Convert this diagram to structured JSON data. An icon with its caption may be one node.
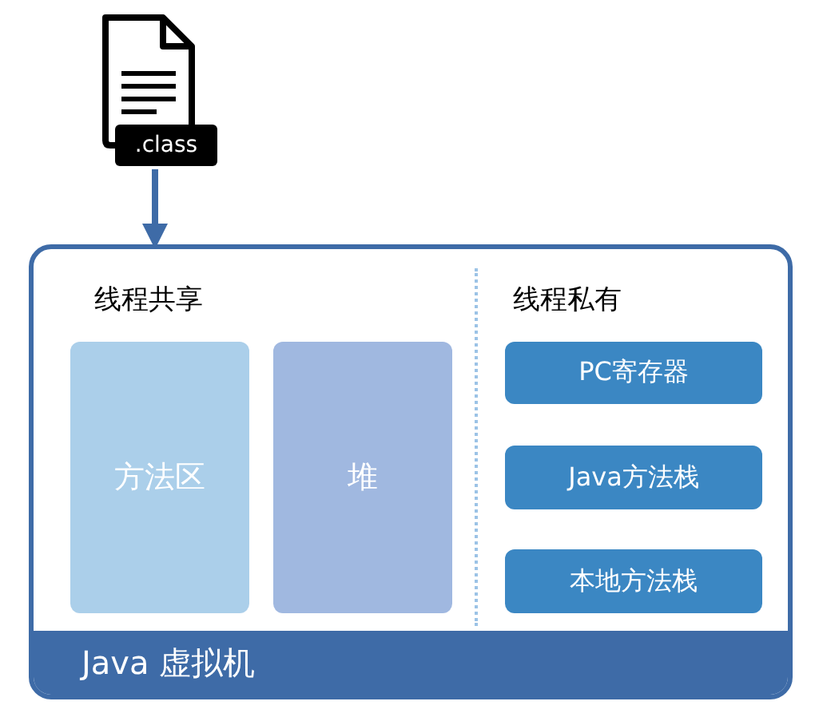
{
  "diagram": {
    "nodes": [
      {
        "text": [
          ".class"
        ]
      },
      {
        "text": [
          "Java 虚拟机"
        ]
      },
      {
        "text": [
          "方法区"
        ],
        "in": 1
      },
      {
        "text": [
          "堆"
        ],
        "in": 1
      },
      {
        "text": [
          "PC寄存器"
        ],
        "in": 1
      },
      {
        "text": [
          "Java方法栈"
        ],
        "in": 1
      },
      {
        "text": [
          "本地方法栈"
        ],
        "in": 1
      }
    ],
    "edges": [
      {
        "from": 0,
        "to": 1,
        "arrow": "to"
      }
    ],
    "labels": [
      "线程共享",
      "线程私有"
    ]
  }
}
